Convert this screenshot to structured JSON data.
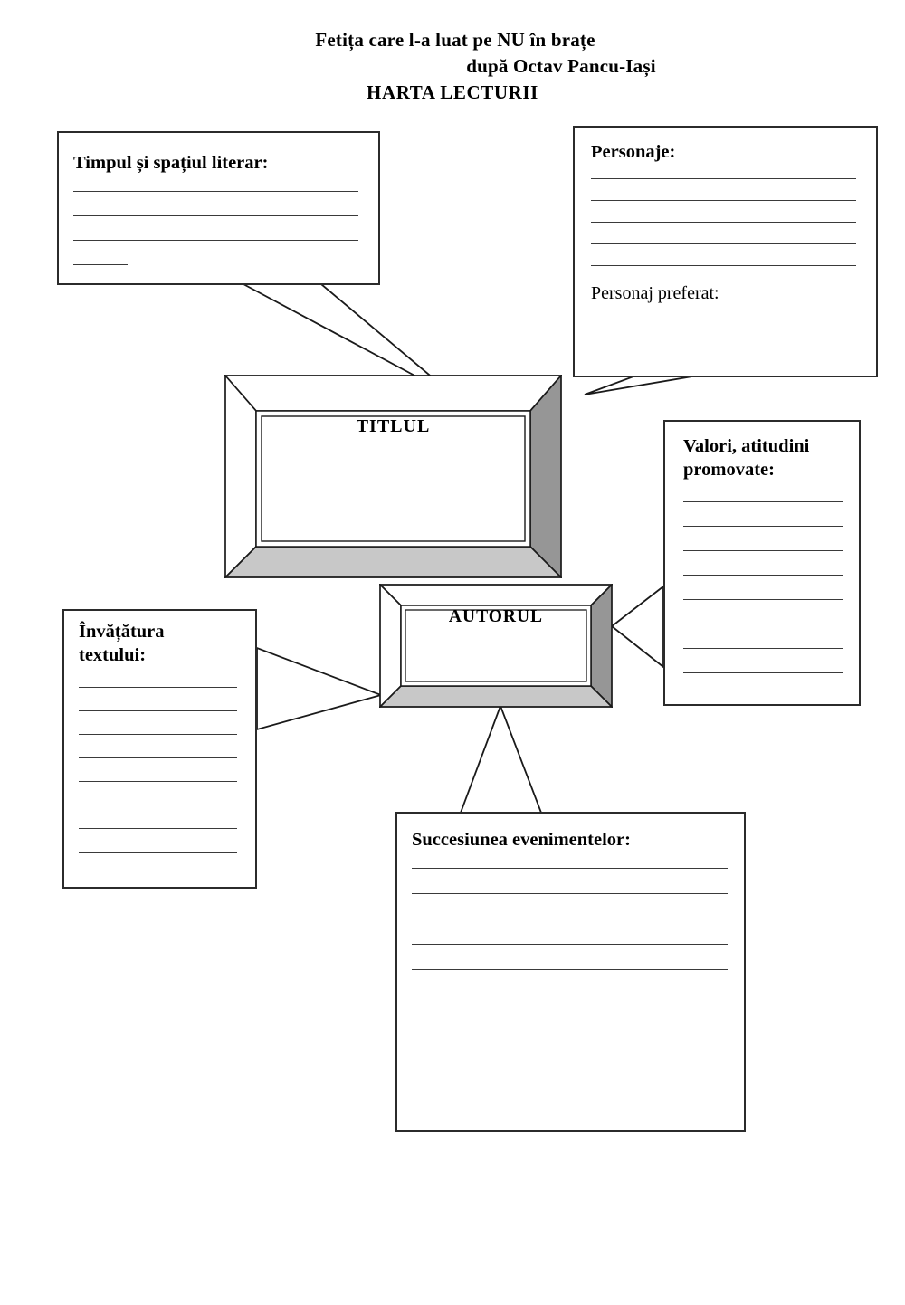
{
  "document": {
    "type": "worksheet",
    "language": "ro",
    "page_background": "#ffffff",
    "ink_color": "#000000"
  },
  "title": {
    "line1": "Fetița care l-a luat pe NU în brațe",
    "line2": "după Octav Pancu-Iași",
    "line3": "HARTA LECTURII"
  },
  "boxes": {
    "timp": {
      "heading": "Timpul și spațiul literar:",
      "full_lines": 3,
      "short_lines": 1
    },
    "personaje": {
      "heading": "Personaje:",
      "full_lines": 5,
      "subheading": "Personaj preferat:"
    },
    "valori": {
      "heading": "Valori, atitudini\npromovate:",
      "full_lines": 8
    },
    "invatatura": {
      "heading": "Învățătura\ntextului:",
      "full_lines": 8
    },
    "succesiune": {
      "heading": "Succesiunea evenimentelor:",
      "full_lines": 5,
      "short_lines": 1
    }
  },
  "frames": {
    "titlul": {
      "label": "TITLUL",
      "face_light": "#ffffff",
      "face_shadow_right": "#969696",
      "face_shadow_bottom": "#c8c8c8",
      "outline": "#1a1a1a"
    },
    "autorul": {
      "label": "AUTORUL",
      "face_light": "#ffffff",
      "face_shadow_right": "#969696",
      "face_shadow_bottom": "#c8c8c8",
      "outline": "#1a1a1a"
    }
  },
  "connectors": [
    {
      "from": "timp",
      "to": "titlul"
    },
    {
      "from": "personaje",
      "to": "titlul"
    },
    {
      "from": "valori",
      "to": "autorul"
    },
    {
      "from": "invatatura",
      "to": "autorul"
    },
    {
      "from": "succesiune",
      "to": "autorul"
    }
  ]
}
